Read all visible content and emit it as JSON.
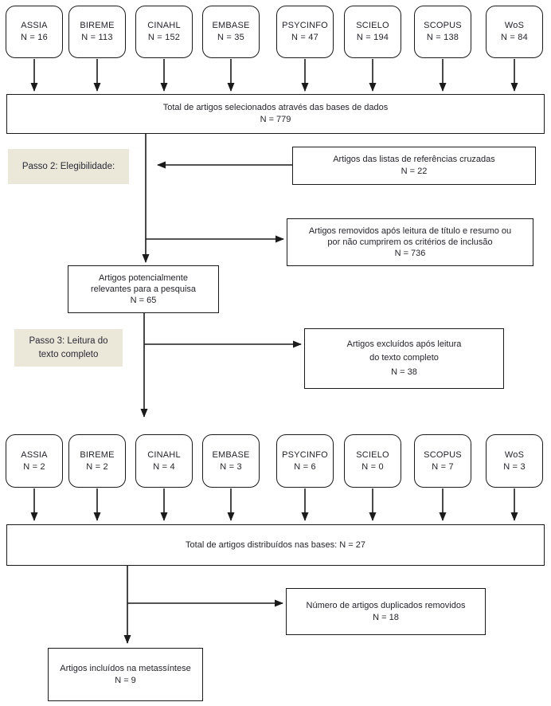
{
  "figure": {
    "type": "prisma-flowchart",
    "language": "pt"
  },
  "palette": {
    "background": "#ffffff",
    "box_border": "#1b1b1b",
    "text": "#24242c",
    "step_label_bg": "#ebe7d9",
    "arrow": "#1b1b1b"
  },
  "top_databases": [
    {
      "name": "ASSIA",
      "n": "N = 16"
    },
    {
      "name": "BIREME",
      "n": "N = 113"
    },
    {
      "name": "CINAHL",
      "n": "N = 152"
    },
    {
      "name": "EMBASE",
      "n": "N = 35"
    },
    {
      "name": "PSYCINFO",
      "n": "N = 47"
    },
    {
      "name": "SCIELO",
      "n": "N = 194"
    },
    {
      "name": "SCOPUS",
      "n": "N = 138"
    },
    {
      "name": "WoS",
      "n": "N = 84"
    }
  ],
  "bottom_databases": [
    {
      "name": "ASSIA",
      "n": "N = 2"
    },
    {
      "name": "BIREME",
      "n": "N = 2"
    },
    {
      "name": "CINAHL",
      "n": "N = 4"
    },
    {
      "name": "EMBASE",
      "n": "N = 3"
    },
    {
      "name": "PSYCINFO",
      "n": "N = 6"
    },
    {
      "name": "SCIELO",
      "n": "N = 0"
    },
    {
      "name": "SCOPUS",
      "n": "N = 7"
    },
    {
      "name": "WoS",
      "n": "N = 3"
    }
  ],
  "step_labels": {
    "step2": "Passo 2: Elegibilidade:",
    "step3_line1": "Passo 3: Leitura do",
    "step3_line2": "texto completo"
  },
  "boxes": {
    "total_selected": {
      "line1": "Total de artigos selecionados através das bases de dados",
      "line2": "N = 779"
    },
    "cross_references": {
      "line1": "Artigos das listas de referências cruzadas",
      "line2": "N = 22"
    },
    "removed_title_abstract": {
      "line1": "Artigos removidos após leitura de título e resumo ou",
      "line2": "por não cumprirem os critérios de inclusão",
      "line3": "N = 736"
    },
    "potentially_relevant": {
      "line1": "Artigos potencialmente",
      "line2": "relevantes para a pesquisa",
      "line3": "N = 65"
    },
    "excluded_full_text": {
      "line1": "Artigos excluídos após leitura",
      "line2": "do texto completo",
      "line3": "N = 38"
    },
    "total_distributed": {
      "line1": "Total de artigos distribuídos nas bases: N = 27"
    },
    "duplicates_removed": {
      "line1": "Número de artigos duplicados removidos",
      "line2": "N = 18"
    },
    "included_metasynthesis": {
      "line1": "Artigos incluídos na metassíntese",
      "line2": "N = 9"
    }
  }
}
